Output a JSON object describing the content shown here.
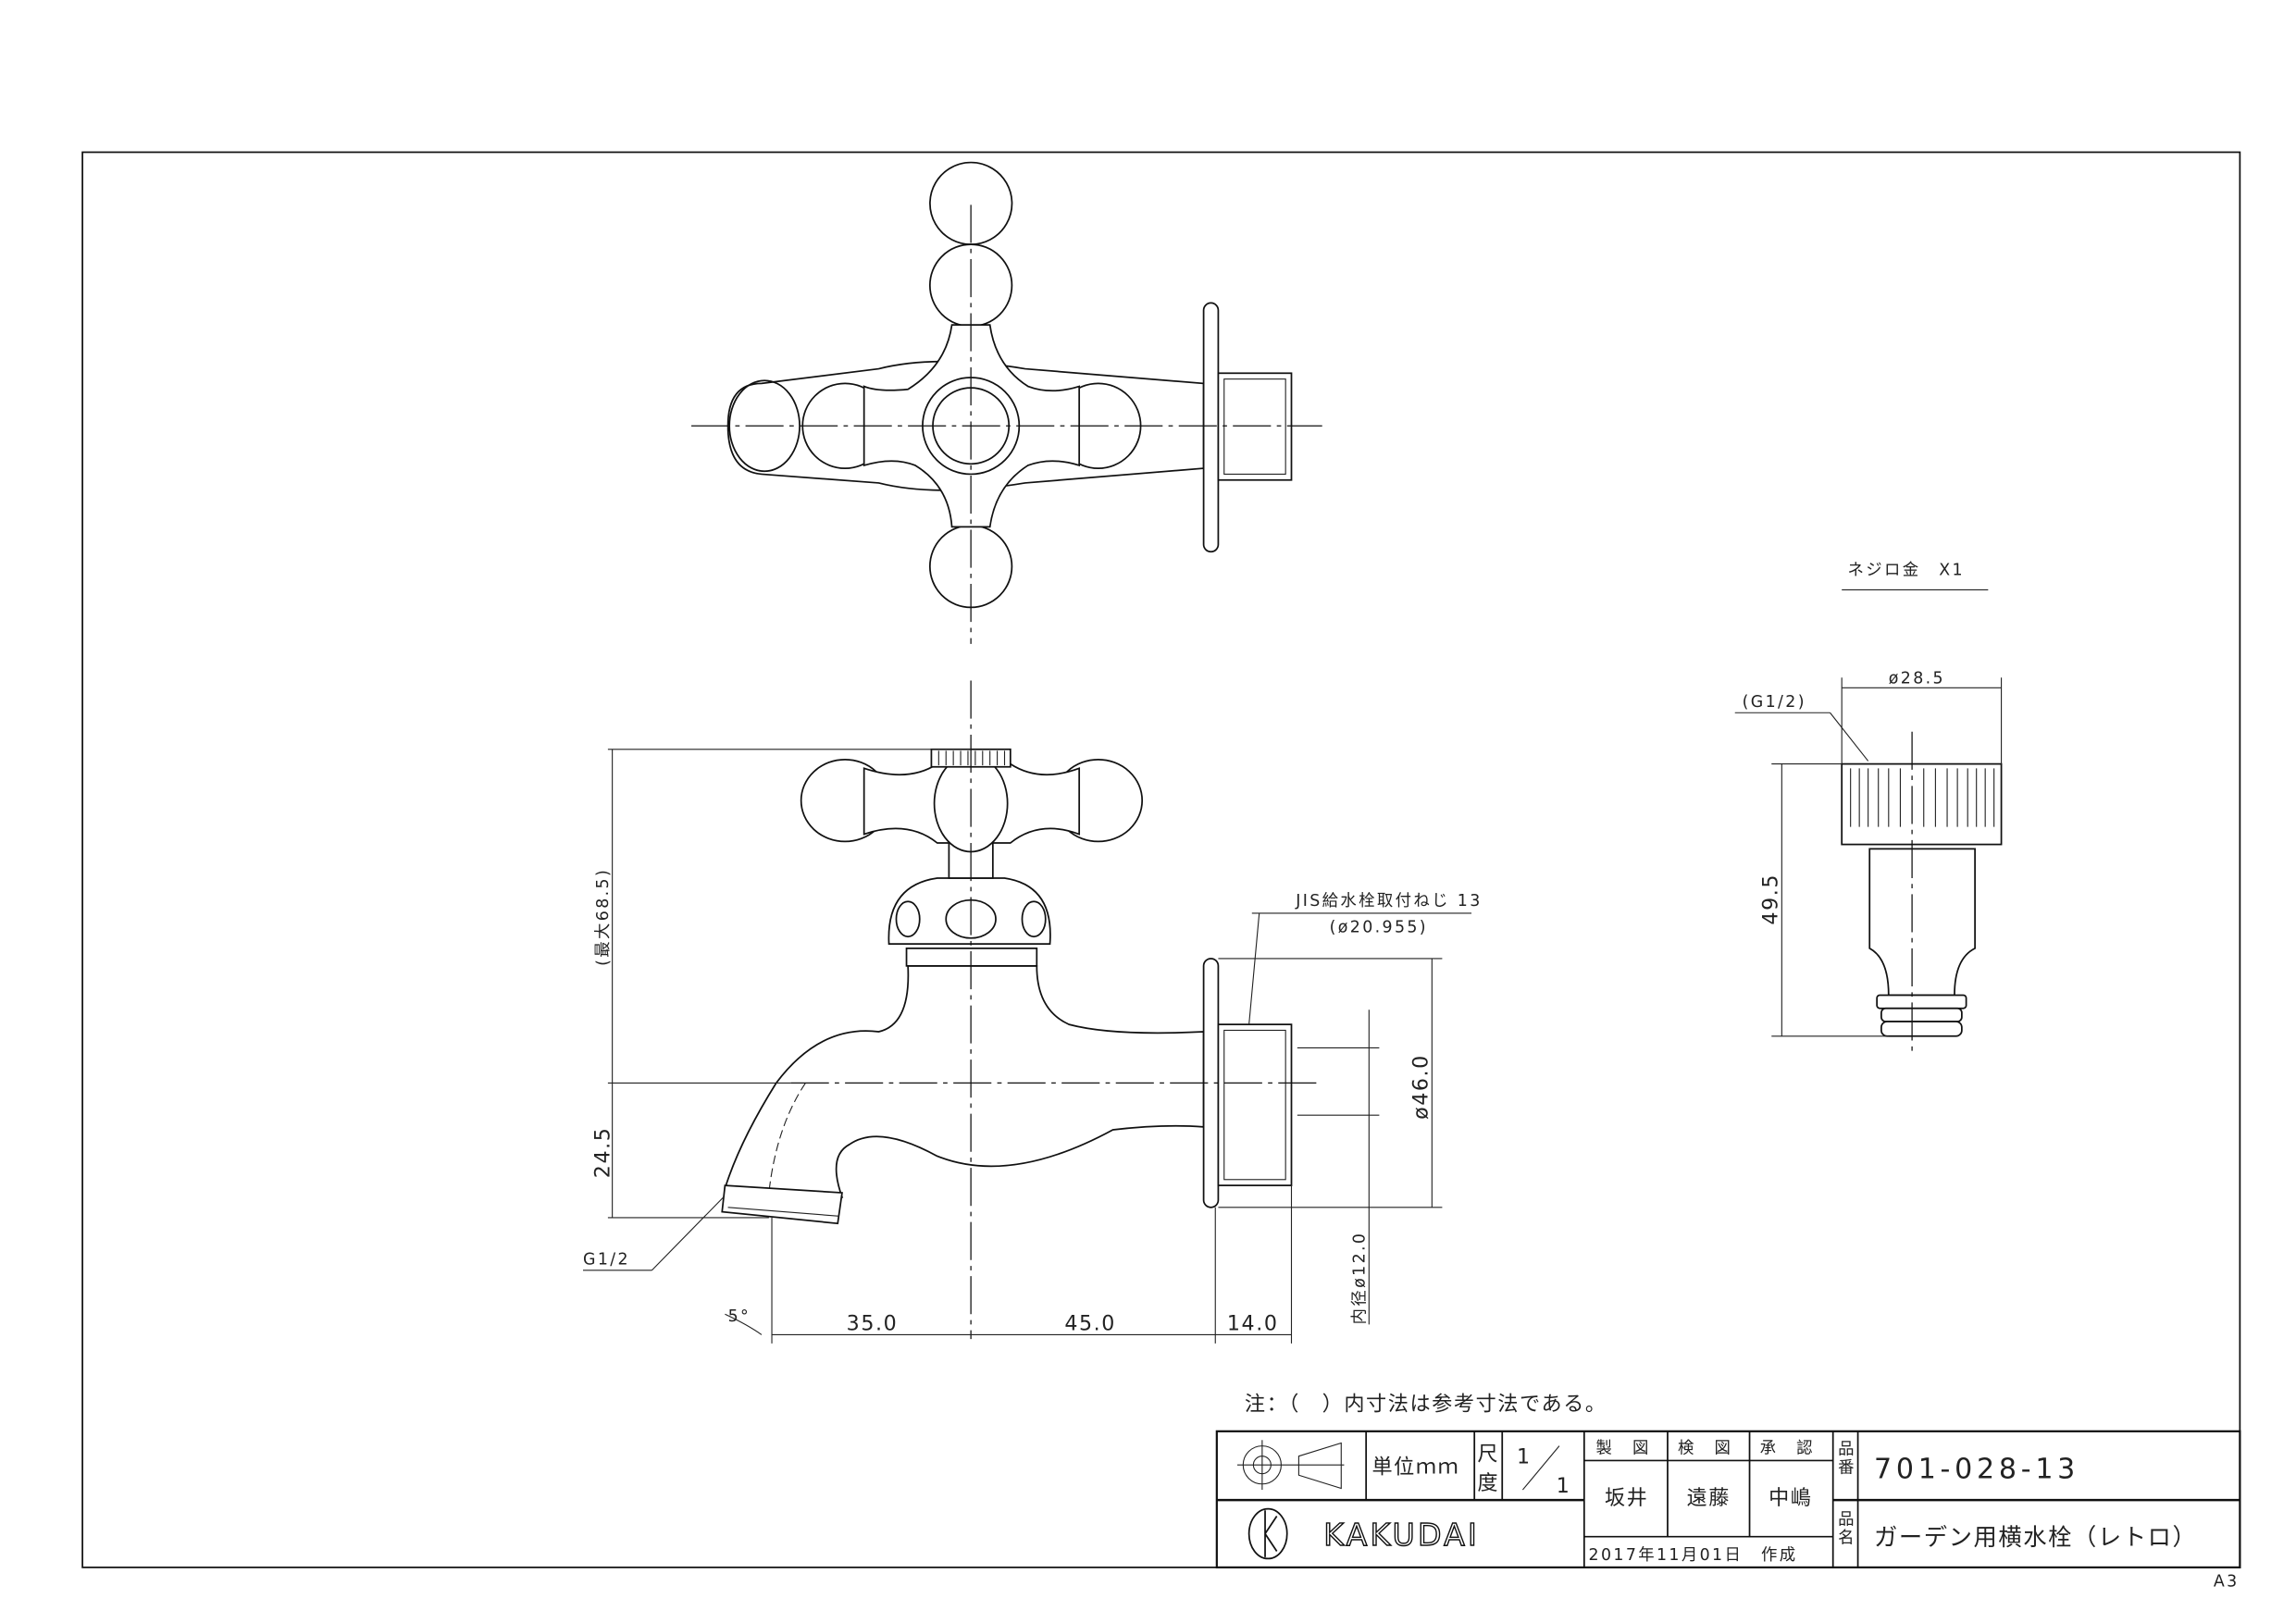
{
  "drawing": {
    "note": "注：（　）内寸法は参考寸法である。",
    "sheet_size": "A3",
    "accessory_title": "ネジロ金　X1"
  },
  "dimensions": {
    "max_height": "(最大68.5)",
    "spout_drop": "24.5",
    "spout_thread": "G1/2",
    "angle": "5°",
    "len_a": "35.0",
    "len_b": "45.0",
    "len_c": "14.0",
    "flange_dia": "ø46.0",
    "inner_dia": "内径ø12.0",
    "mount_thread": "JIS給水栓取付ねじ 13",
    "mount_thread_dia": "(ø20.955)",
    "acc_dia": "ø28.5",
    "acc_thread": "(G1/2)",
    "acc_length": "49.5"
  },
  "title_block": {
    "unit": "単位ｍｍ",
    "scale_label_1": "尺",
    "scale_label_2": "度",
    "scale_num": "1",
    "scale_den": "1",
    "drafted_label": "製　図",
    "checked_label": "検　図",
    "approved_label": "承　認",
    "drafted_by": "坂井",
    "checked_by": "遠藤",
    "approved_by": "中嶋",
    "part_no_label": "品番",
    "part_no": "701-028-13",
    "part_name_label": "品名",
    "part_name": "ガーデン用横水栓（レトロ）",
    "created": "2017年11月01日　作成",
    "company": "KAKUDAI"
  }
}
